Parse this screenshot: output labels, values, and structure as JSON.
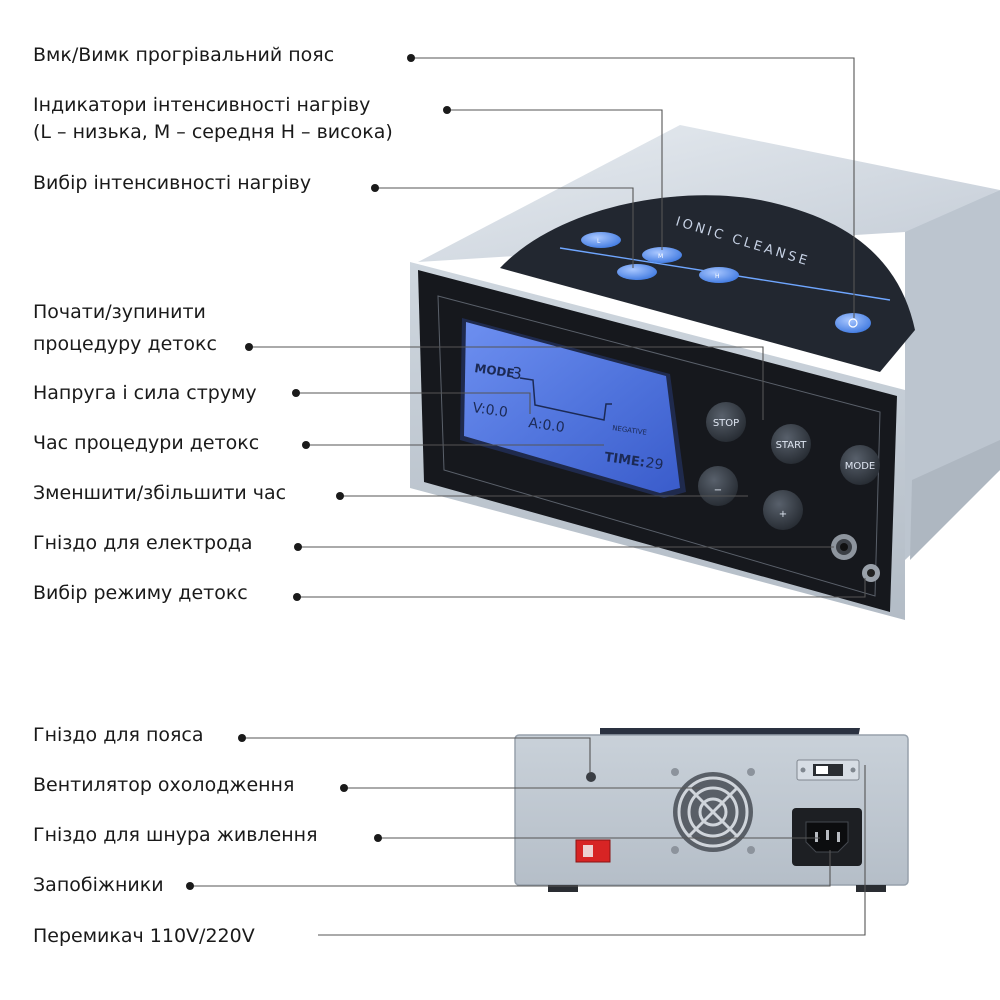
{
  "labels": {
    "heating_belt_toggle": "Вмк/Вимк прогрівальний пояс",
    "heat_indicators_line1": "Індикатори інтенсивності нагріву",
    "heat_indicators_line2": "(L – низька, M – середня H – висока)",
    "heat_select": "Вибір інтенсивності нагріву",
    "start_stop_line1": "Почати/зупинити",
    "start_stop_line2": "процедуру детокс",
    "voltage_current": "Напруга і сила струму",
    "procedure_time": "Час процедури детокс",
    "time_adjust": "Зменшити/збільшити час",
    "electrode_socket": "Гніздо для електрода",
    "mode_select": "Вибір режиму детокс",
    "belt_socket": "Гніздо для пояса",
    "cooling_fan": "Вентилятор охолодження",
    "power_socket": "Гніздо для шнура живлення",
    "fuses": "Запобіжники",
    "voltage_switch": "Перемикач 110V/220V"
  },
  "device": {
    "brand": "IONIC CLEANSE",
    "heat_levels": [
      "L",
      "M",
      "H"
    ],
    "lcd": {
      "mode_label": "MODE",
      "mode_value": "3",
      "voltage": "V:0.0",
      "current": "A:0.0",
      "polarity": "NEGATIVE",
      "time_label": "TIME:",
      "time_value": "29"
    },
    "buttons": {
      "stop": "STOP",
      "start": "START",
      "mode": "MODE",
      "minus": "−",
      "plus": "+"
    }
  },
  "colors": {
    "casing": "#c9d2db",
    "panel": "#1a1c22",
    "lcd": "#5f82e6",
    "button": "#3a4049",
    "leader_line": "#555555"
  }
}
